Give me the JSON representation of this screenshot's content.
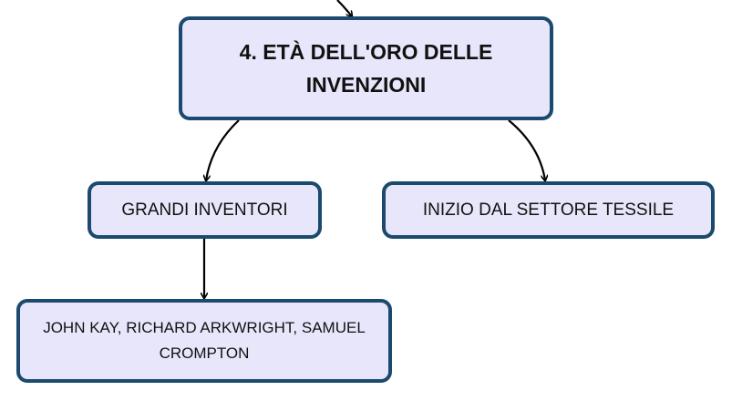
{
  "colors": {
    "node_fill": "#e8e6fa",
    "node_border": "#1b4a6e",
    "connector": "#000000"
  },
  "nodes": {
    "main": {
      "text": "4. ETÀ DELL'ORO DELLE INVENZIONI"
    },
    "inventors": {
      "text": "GRANDI INVENTORI"
    },
    "textile": {
      "text": "INIZIO DAL SETTORE TESSILE"
    },
    "names": {
      "text": "JOHN KAY, RICHARD ARKWRIGHT, SAMUEL CROMPTON"
    }
  }
}
